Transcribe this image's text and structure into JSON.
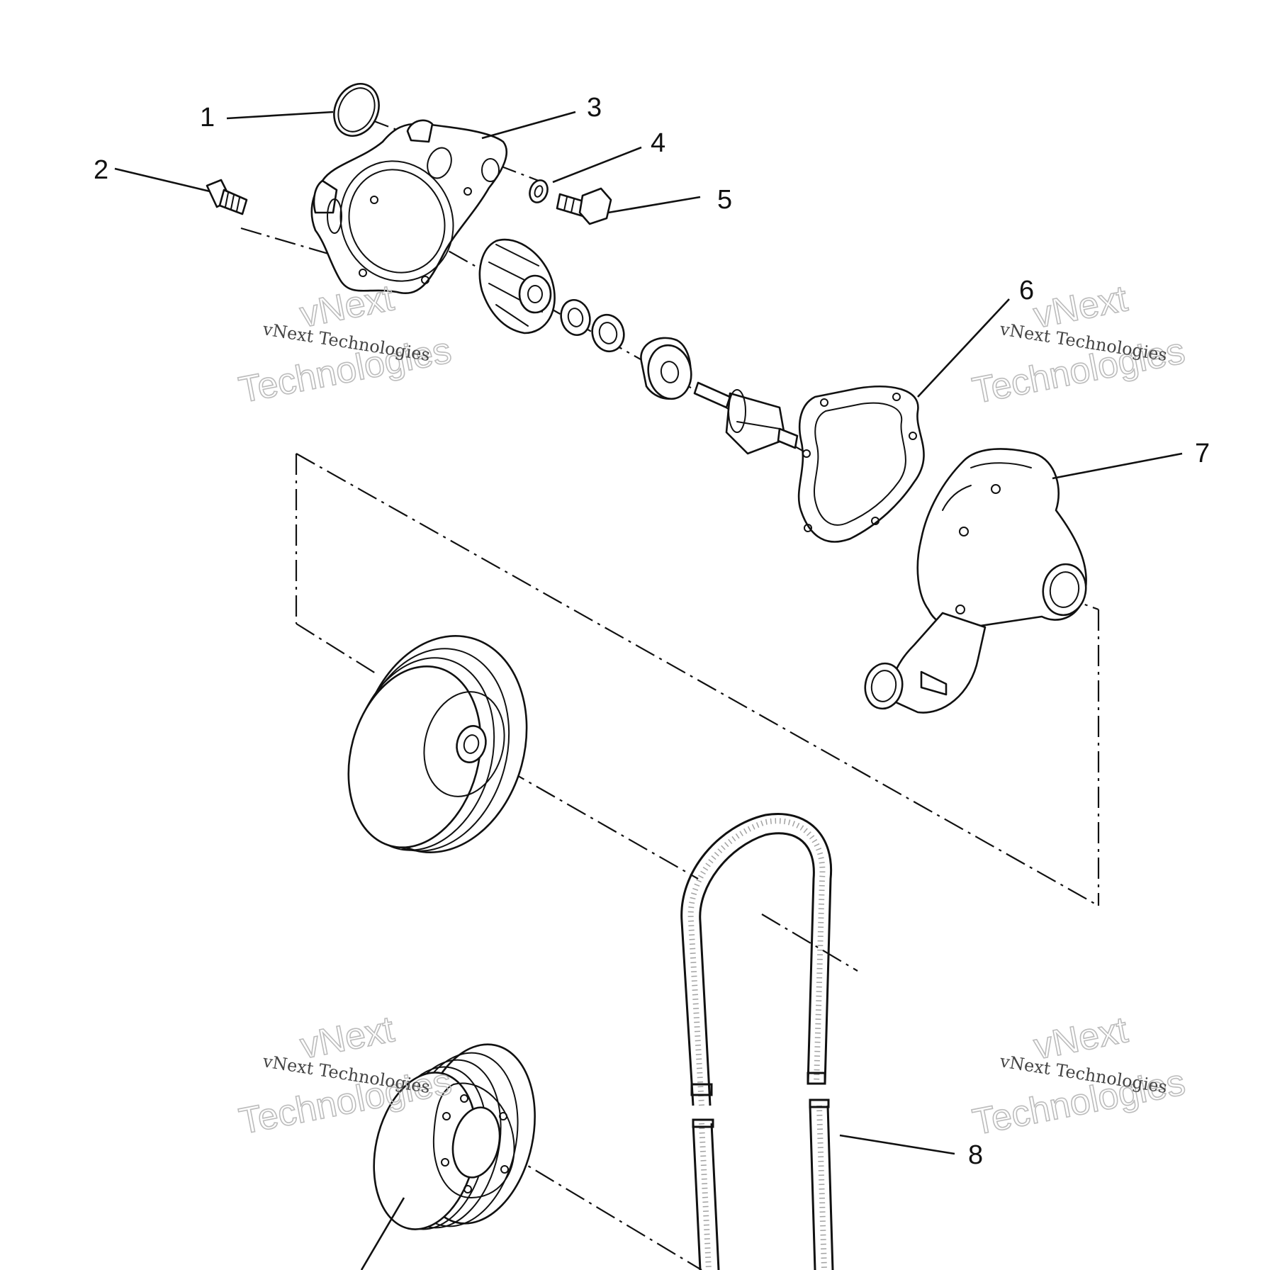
{
  "diagram": {
    "callouts": [
      "1",
      "2",
      "3",
      "4",
      "5",
      "6",
      "7",
      "8"
    ],
    "watermark": {
      "caption": "vNext Technologies",
      "big_line_1": "vNext",
      "big_line_2": "Technologies"
    }
  }
}
